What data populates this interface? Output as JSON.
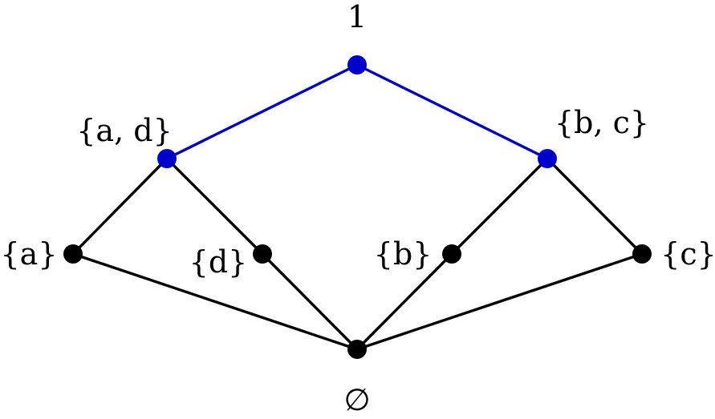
{
  "diagram": {
    "nodes": [
      {
        "id": "top",
        "label": "1",
        "color": "#0000cc",
        "highlighted": true
      },
      {
        "id": "ad",
        "label": "{a, d}",
        "color": "#0000cc",
        "highlighted": true
      },
      {
        "id": "bc",
        "label": "{b, c}",
        "color": "#0000cc",
        "highlighted": true
      },
      {
        "id": "a",
        "label": "{a}",
        "color": "#000000",
        "highlighted": false
      },
      {
        "id": "d",
        "label": "{d}",
        "color": "#000000",
        "highlighted": false
      },
      {
        "id": "b",
        "label": "{b}",
        "color": "#000000",
        "highlighted": false
      },
      {
        "id": "c",
        "label": "{c}",
        "color": "#000000",
        "highlighted": false
      },
      {
        "id": "empty",
        "label": "∅",
        "color": "#000000",
        "highlighted": false
      }
    ],
    "edges": [
      {
        "from": "top",
        "to": "ad",
        "color": "#0000cc"
      },
      {
        "from": "top",
        "to": "bc",
        "color": "#0000cc"
      },
      {
        "from": "ad",
        "to": "a",
        "color": "#000000"
      },
      {
        "from": "ad",
        "to": "d",
        "color": "#000000"
      },
      {
        "from": "bc",
        "to": "b",
        "color": "#000000"
      },
      {
        "from": "bc",
        "to": "c",
        "color": "#000000"
      },
      {
        "from": "a",
        "to": "empty",
        "color": "#000000"
      },
      {
        "from": "d",
        "to": "empty",
        "color": "#000000"
      },
      {
        "from": "b",
        "to": "empty",
        "color": "#000000"
      },
      {
        "from": "c",
        "to": "empty",
        "color": "#000000"
      }
    ]
  }
}
